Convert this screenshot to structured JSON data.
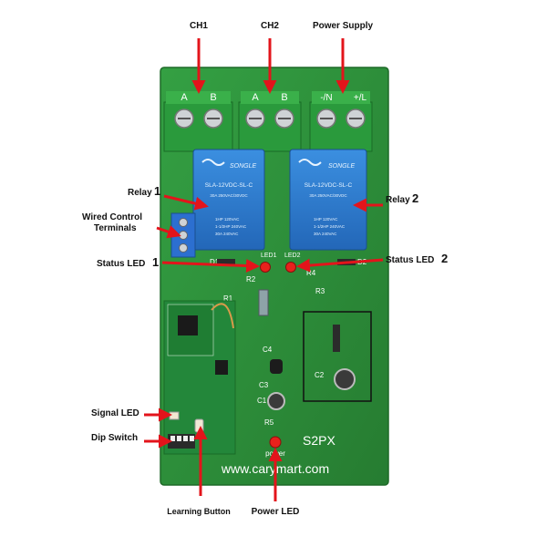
{
  "diagram": {
    "callouts": {
      "ch1": "CH1",
      "ch2": "CH2",
      "power_supply": "Power Supply",
      "relay1": "Relay",
      "relay1_num": "1",
      "relay2": "Relay",
      "relay2_num": "2",
      "wired_control_line1": "Wired Control",
      "wired_control_line2": "Terminals",
      "status_led1": "Status LED",
      "status_led1_num": "1",
      "status_led2": "Status LED",
      "status_led2_num": "2",
      "signal_led": "Signal LED",
      "dip_switch": "Dip Switch",
      "learning_button": "Learning Button",
      "power_led": "Power LED"
    },
    "board": {
      "terminal_a1": "A",
      "terminal_b1": "B",
      "terminal_a2": "A",
      "terminal_b2": "B",
      "terminal_neg": "-/N",
      "terminal_pos": "+/L",
      "relay_brand": "SONGLE",
      "relay_model": "SLA-12VDC-SL-C",
      "relay_rating1": "30A 250VAC/30VDC",
      "relay_rating2": "1HP 120VAC",
      "relay_rating3": "1-1/2HP 240VAC",
      "relay_rating4": "30A 240VAC",
      "led1": "LED1",
      "led2": "LED2",
      "d1": "D1",
      "d2": "D2",
      "r1": "R1",
      "r2": "R2",
      "r3": "R3",
      "r4": "R4",
      "r5": "R5",
      "c1": "C1",
      "c2": "C2",
      "c3": "C3",
      "c4": "C4",
      "model": "S2PX",
      "power": "power",
      "website": "www.carymart.com"
    },
    "colors": {
      "pcb": "#2e8f3a",
      "relay": "#2f7fd4",
      "terminal": "#2a9a3c",
      "arrow": "#e3141b",
      "led": "#e8211c"
    }
  }
}
